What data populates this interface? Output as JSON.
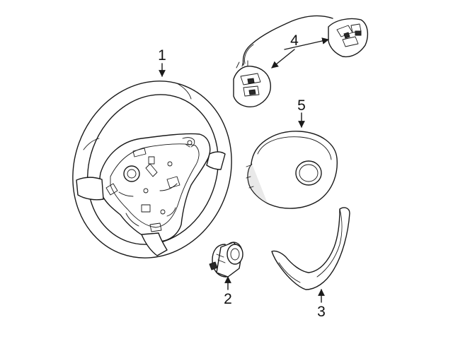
{
  "diagram": {
    "callouts": [
      {
        "id": "1",
        "label": "1"
      },
      {
        "id": "2",
        "label": "2"
      },
      {
        "id": "3",
        "label": "3"
      },
      {
        "id": "4",
        "label": "4"
      },
      {
        "id": "5",
        "label": "5"
      }
    ]
  },
  "colors": {
    "line": "#1a1a1a",
    "background": "#ffffff",
    "shade": "#e9e9e9"
  }
}
